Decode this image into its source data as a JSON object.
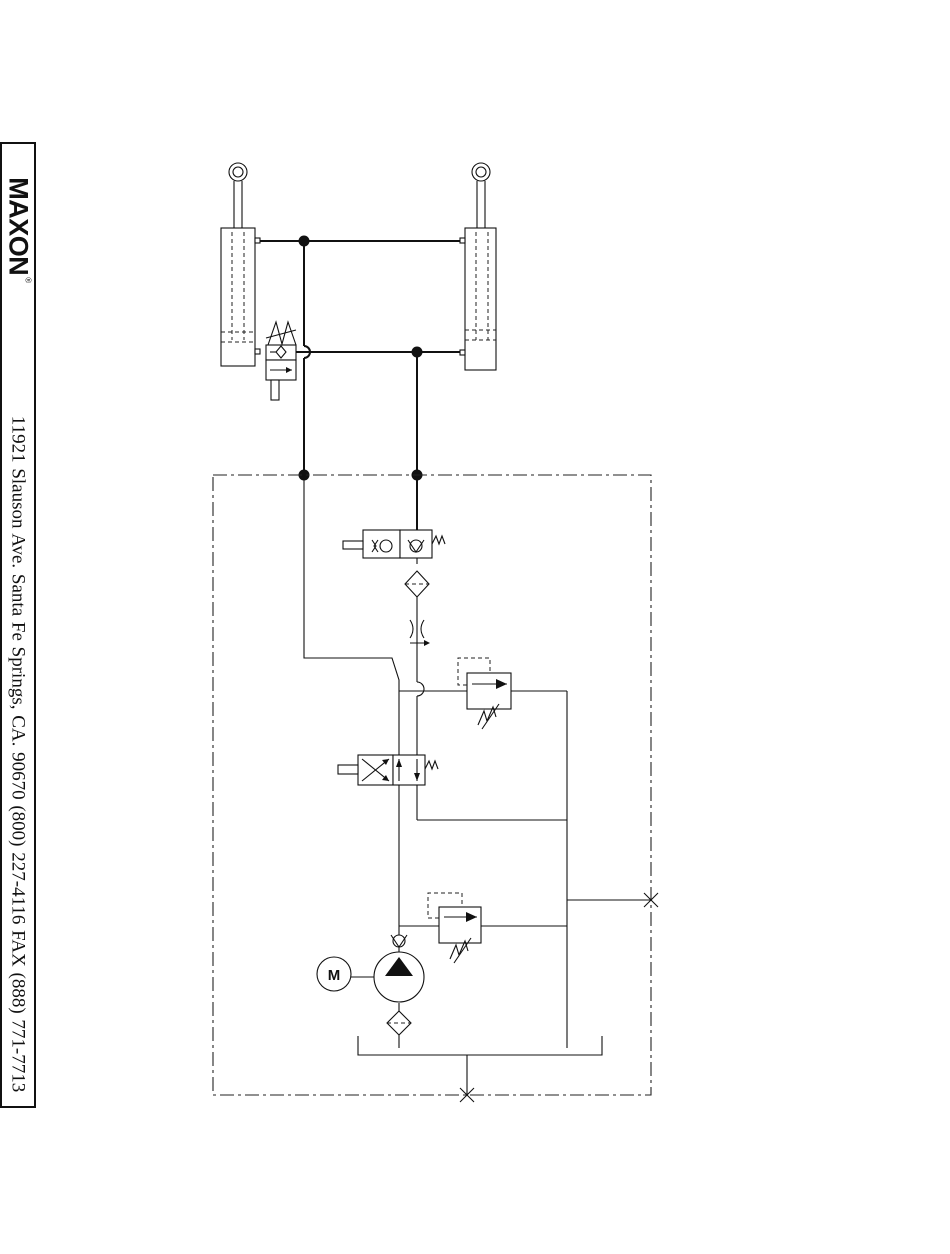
{
  "sidebar": {
    "brand": "MAXON",
    "registered_mark": "®",
    "contact_line": "11921 Slauson Ave.   Santa Fe Springs, CA.   90670   (800) 227-4116   FAX (888) 771-7713"
  },
  "diagram": {
    "motor_label": "M",
    "colors": {
      "line": "#111111",
      "background": "#ffffff"
    }
  }
}
